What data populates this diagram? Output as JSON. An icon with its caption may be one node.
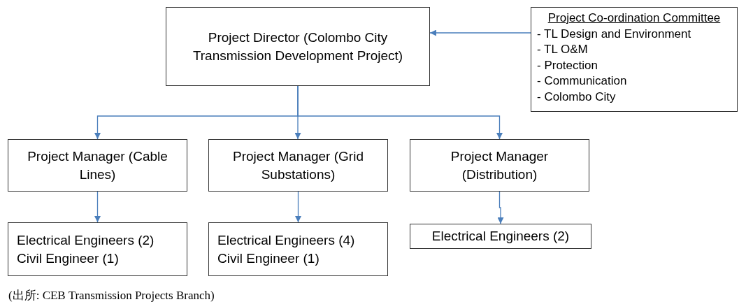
{
  "diagram": {
    "caption": "(出所: CEB Transmission Projects Branch)",
    "nodes": [
      {
        "text": [
          "Project Director (Colombo City Transmission Development Project)"
        ]
      },
      {
        "text": [
          "Project Co-ordination Committee",
          "- TL Design and Environment",
          "- TL O&M",
          "- Protection",
          "- Communication",
          "- Colombo City"
        ]
      },
      {
        "text": [
          "Project Manager (Cable Lines)"
        ]
      },
      {
        "text": [
          "Project Manager (Grid Substations)"
        ]
      },
      {
        "text": [
          "Project Manager (Distribution)"
        ]
      },
      {
        "text": [
          "Electrical Engineers (2)",
          "Civil Engineer (1)"
        ]
      },
      {
        "text": [
          "Electrical Engineers (4)",
          "Civil Engineer (1)"
        ]
      },
      {
        "text": [
          "Electrical Engineers (2)"
        ]
      }
    ],
    "edges": [
      {
        "from": 1,
        "to": 0,
        "arrow": "to"
      },
      {
        "from": 0,
        "to": 2,
        "arrow": "to"
      },
      {
        "from": 0,
        "to": 3,
        "arrow": "to"
      },
      {
        "from": 0,
        "to": 4,
        "arrow": "to"
      },
      {
        "from": 2,
        "to": 5,
        "arrow": "to"
      },
      {
        "from": 3,
        "to": 6,
        "arrow": "to"
      },
      {
        "from": 4,
        "to": 7,
        "arrow": "to"
      }
    ]
  }
}
